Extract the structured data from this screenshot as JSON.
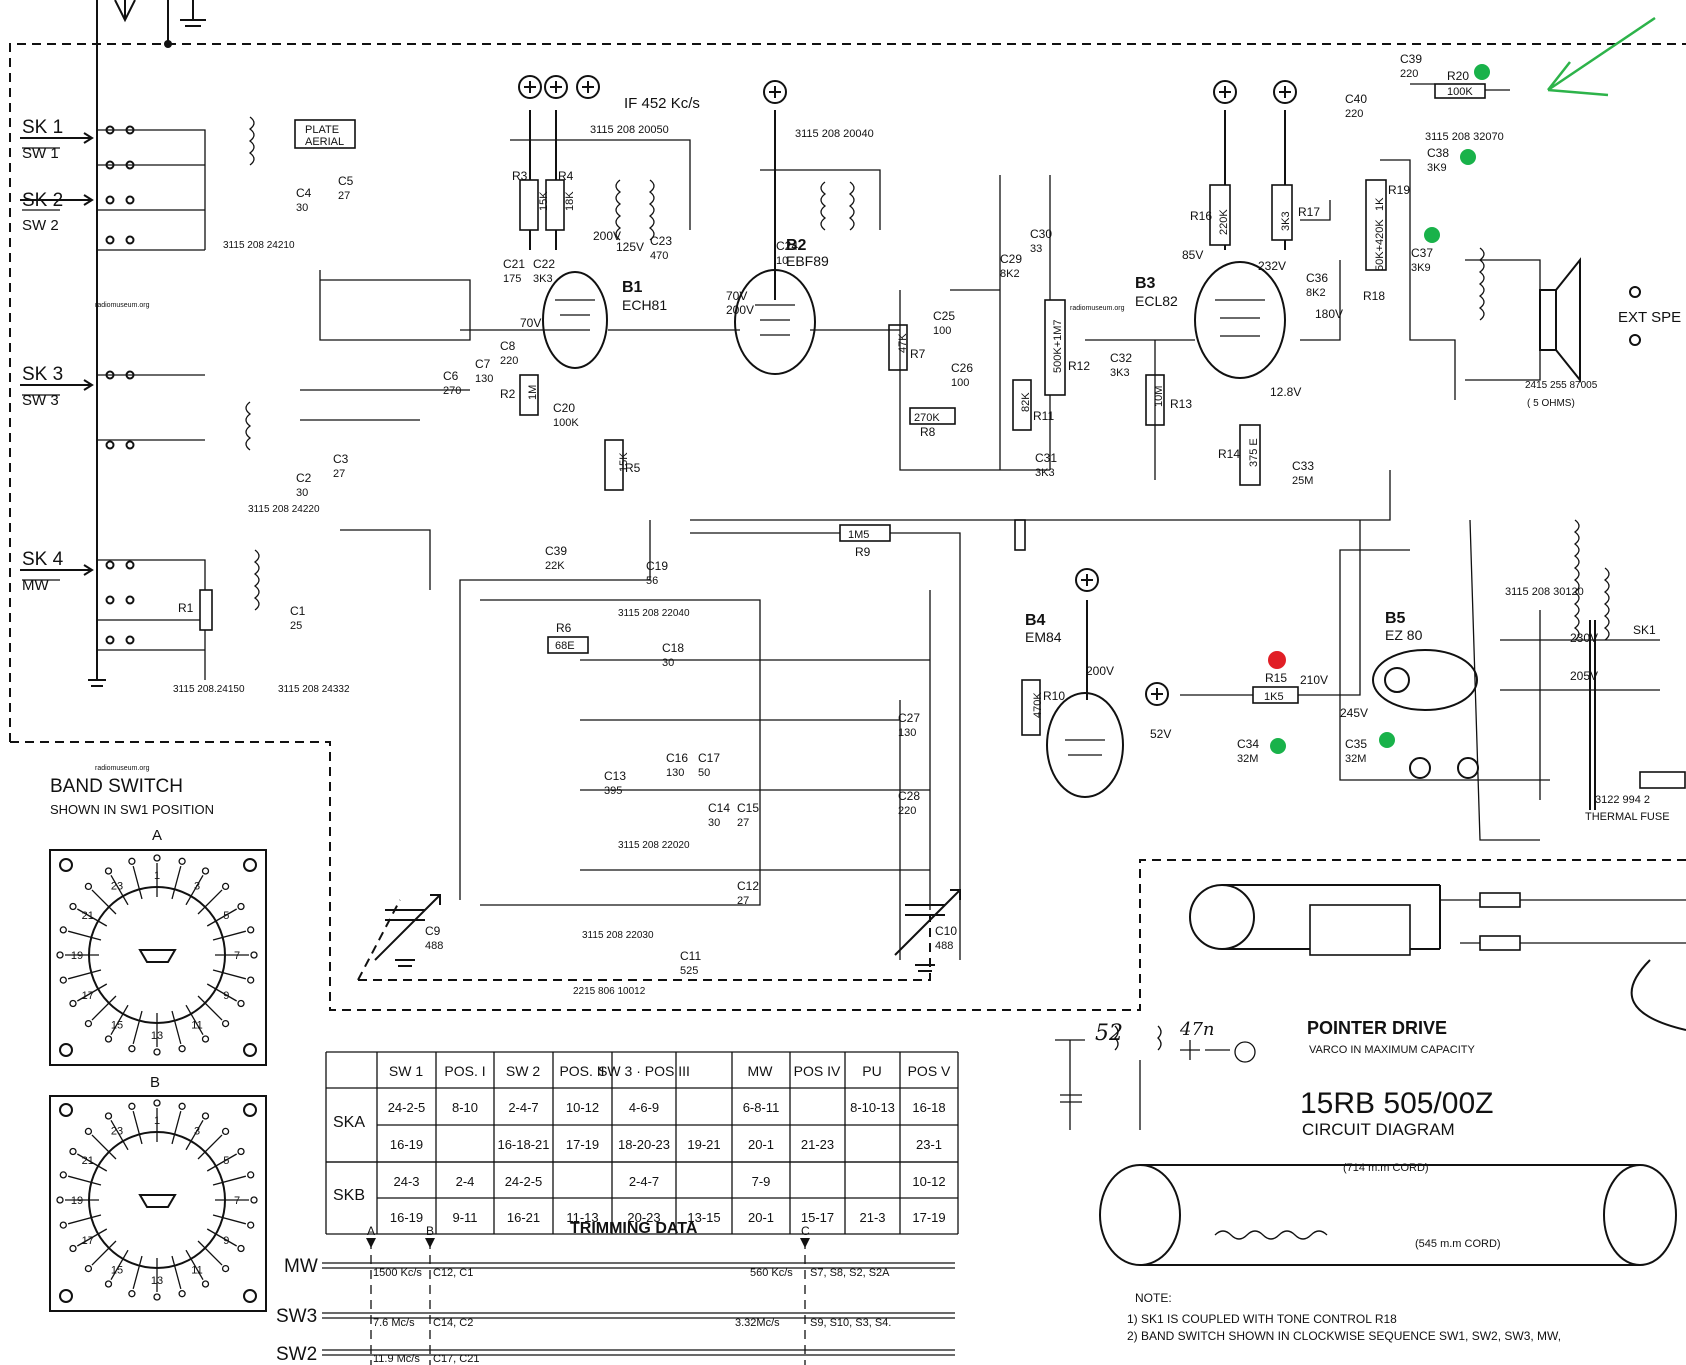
{
  "schematic": {
    "title": "15RB 505/00Z",
    "subtitle": "CIRCUIT DIAGRAM",
    "if_label": "IF 452 Kc/s",
    "watermarks": [
      "radiomuseum.org",
      "radiomuseum.org",
      "radiomuseum.org"
    ]
  },
  "inputs": [
    {
      "sk": "SK 1",
      "sw": "SW 1"
    },
    {
      "sk": "SK 2",
      "sw": "SW 2"
    },
    {
      "sk": "SK 3",
      "sw": "SW 3"
    },
    {
      "sk": "SK 4",
      "sw": "MW"
    }
  ],
  "plate_aerial": [
    "PLATE",
    "AERIAL"
  ],
  "tubes": [
    {
      "id": "B1",
      "type": "ECH81"
    },
    {
      "id": "B2",
      "type": "EBF89"
    },
    {
      "id": "B3",
      "type": "ECL82"
    },
    {
      "id": "B4",
      "type": "EM84"
    },
    {
      "id": "B5",
      "type": "EZ 80"
    }
  ],
  "part_numbers": [
    "3115 208 20050",
    "3115 208 20040",
    "3115 208 32070",
    "3115 208 24210",
    "3115 208 24220",
    "3115 208.24150",
    "3115 208 24332",
    "3115 208 22040",
    "3115 208 22020",
    "3115 208 22030",
    "2215 806 10012",
    "3115 208 30120",
    "2415 255 87005",
    "3122 994 2"
  ],
  "resistors": [
    {
      "ref": "R3",
      "val": "15K"
    },
    {
      "ref": "R4",
      "val": "18K"
    },
    {
      "ref": "R2",
      "val": "1M"
    },
    {
      "ref": "R5",
      "val": "15K"
    },
    {
      "ref": "R6",
      "val": "68E"
    },
    {
      "ref": "R7",
      "val": "47K"
    },
    {
      "ref": "R8",
      "val": "270K"
    },
    {
      "ref": "R9",
      "val": "1M5"
    },
    {
      "ref": "R10",
      "val": "470K"
    },
    {
      "ref": "R11",
      "val": "82K"
    },
    {
      "ref": "R12",
      "val": "500K+1M7"
    },
    {
      "ref": "R13",
      "val": "10M"
    },
    {
      "ref": "R14",
      "val": "375 E"
    },
    {
      "ref": "R15",
      "val": "1K5"
    },
    {
      "ref": "R16",
      "val": "220K"
    },
    {
      "ref": "R17",
      "val": "3K3"
    },
    {
      "ref": "R18",
      "val": "50K+420K"
    },
    {
      "ref": "R19",
      "val": "1K"
    },
    {
      "ref": "R20",
      "val": "100K"
    },
    {
      "ref": "R1",
      "val": ""
    }
  ],
  "capacitors": [
    {
      "ref": "C4",
      "val": "30"
    },
    {
      "ref": "C5",
      "val": "27"
    },
    {
      "ref": "C21",
      "val": "175"
    },
    {
      "ref": "C22",
      "val": "3K3"
    },
    {
      "ref": "C23",
      "val": "470"
    },
    {
      "ref": "C7",
      "val": "130"
    },
    {
      "ref": "C8",
      "val": "220"
    },
    {
      "ref": "C6",
      "val": "270"
    },
    {
      "ref": "C20",
      "val": "100K"
    },
    {
      "ref": "C24",
      "val": "10"
    },
    {
      "ref": "C25",
      "val": "100"
    },
    {
      "ref": "C26",
      "val": "100"
    },
    {
      "ref": "C29",
      "val": "8K2"
    },
    {
      "ref": "C30",
      "val": "33"
    },
    {
      "ref": "C31",
      "val": "3K3"
    },
    {
      "ref": "C32",
      "val": "3K3"
    },
    {
      "ref": "C36",
      "val": "8K2"
    },
    {
      "ref": "C33",
      "val": "25M"
    },
    {
      "ref": "C37",
      "val": "3K9"
    },
    {
      "ref": "C38",
      "val": "3K9"
    },
    {
      "ref": "C39",
      "val": "220"
    },
    {
      "ref": "C40",
      "val": "220"
    },
    {
      "ref": "C2",
      "val": "30"
    },
    {
      "ref": "C3",
      "val": "27"
    },
    {
      "ref": "C1",
      "val": "25"
    },
    {
      "ref": "C39",
      "val": "22K"
    },
    {
      "ref": "C19",
      "val": "56"
    },
    {
      "ref": "C18",
      "val": "30"
    },
    {
      "ref": "C16",
      "val": "130"
    },
    {
      "ref": "C17",
      "val": "50"
    },
    {
      "ref": "C14",
      "val": "30"
    },
    {
      "ref": "C15",
      "val": "27"
    },
    {
      "ref": "C13",
      "val": "395"
    },
    {
      "ref": "C12",
      "val": "27"
    },
    {
      "ref": "C11",
      "val": "525"
    },
    {
      "ref": "C9",
      "val": "488"
    },
    {
      "ref": "C10",
      "val": "488"
    },
    {
      "ref": "C27",
      "val": "130"
    },
    {
      "ref": "C28",
      "val": "220"
    },
    {
      "ref": "C34",
      "val": "32M"
    },
    {
      "ref": "C35",
      "val": "32M"
    }
  ],
  "voltages": [
    "200V",
    "125V",
    "70V",
    "70V",
    "200V",
    "85V",
    "232V",
    "180V",
    "12.8V",
    "200V",
    "52V",
    "210V",
    "245V",
    "230V",
    "205V"
  ],
  "speaker": {
    "ext": "EXT SPE",
    "ohms": "( 5 OHMS)"
  },
  "mains": {
    "sk": "SK1",
    "v1": "230V",
    "v2": "205V",
    "fuse": "THERMAL FUSE"
  },
  "band_switch": {
    "title": "BAND SWITCH",
    "sub": "SHOWN IN SW1 POSITION",
    "a": "A",
    "b": "B",
    "pins": [
      "1",
      "3",
      "5",
      "7",
      "9",
      "11",
      "13",
      "15",
      "17",
      "19",
      "21",
      "23"
    ]
  },
  "switch_table": {
    "headers": [
      "",
      "SW 1",
      "POS. I",
      "SW 2",
      "POS. II",
      "SW 3 · POS III",
      "",
      "MW",
      "POS IV",
      "PU",
      "POS V"
    ],
    "rows": [
      {
        "label": "SKA",
        "cells": [
          "24-2-5",
          "8-10",
          "2-4-7",
          "10-12",
          "4-6-9",
          "",
          "6-8-11",
          "",
          "8-10-13",
          "16-18"
        ]
      },
      {
        "label": "",
        "cells": [
          "16-19",
          "",
          "16-18-21",
          "17-19",
          "18-20-23",
          "19-21",
          "20-1",
          "21-23",
          "",
          "23-1"
        ]
      },
      {
        "label": "SKB",
        "cells": [
          "24-3",
          "2-4",
          "24-2-5",
          "",
          "2-4-7",
          "",
          "7-9",
          "",
          "",
          "10-12"
        ]
      },
      {
        "label": "",
        "cells": [
          "16-19",
          "9-11",
          "16-21",
          "11-13",
          "20-23",
          "13-15",
          "20-1",
          "15-17",
          "21-3",
          "17-19"
        ]
      }
    ]
  },
  "trimming": {
    "title": "TRIMMING DATA",
    "markers": [
      "A",
      "B",
      "C"
    ],
    "rows": [
      {
        "band": "MW",
        "a": "1500 Kc/s",
        "b": "C12, C1",
        "c_freq": "560 Kc/s",
        "c_parts": "S7, S8, S2, S2A"
      },
      {
        "band": "SW3",
        "a": "7.6 Mc/s",
        "b": "C14, C2",
        "c_freq": "3.32Mc/s",
        "c_parts": "S9, S10, S3, S4."
      },
      {
        "band": "SW2",
        "a": "11.9 Mc/s",
        "b": "C17, C21",
        "c_freq": "",
        "c_parts": ""
      }
    ]
  },
  "pointer_drive": {
    "title": "POINTER DRIVE",
    "sub": "VARCO IN MAXIMUM CAPACITY",
    "cord1": "(714 m.m CORD)",
    "cord2": "(545 m.m CORD)"
  },
  "note": {
    "label": "NOTE:",
    "lines": [
      "1) SK1 IS COUPLED WITH TONE CONTROL R18",
      "2) BAND SWITCH SHOWN IN CLOCKWISE SEQUENCE SW1, SW2, SW3, MW,"
    ]
  },
  "handwriting": [
    "47n",
    "52"
  ],
  "colors": {
    "ink": "#111111",
    "green_dot": "#19b24a",
    "red_dot": "#e11f26",
    "arrow": "#2db34a"
  }
}
